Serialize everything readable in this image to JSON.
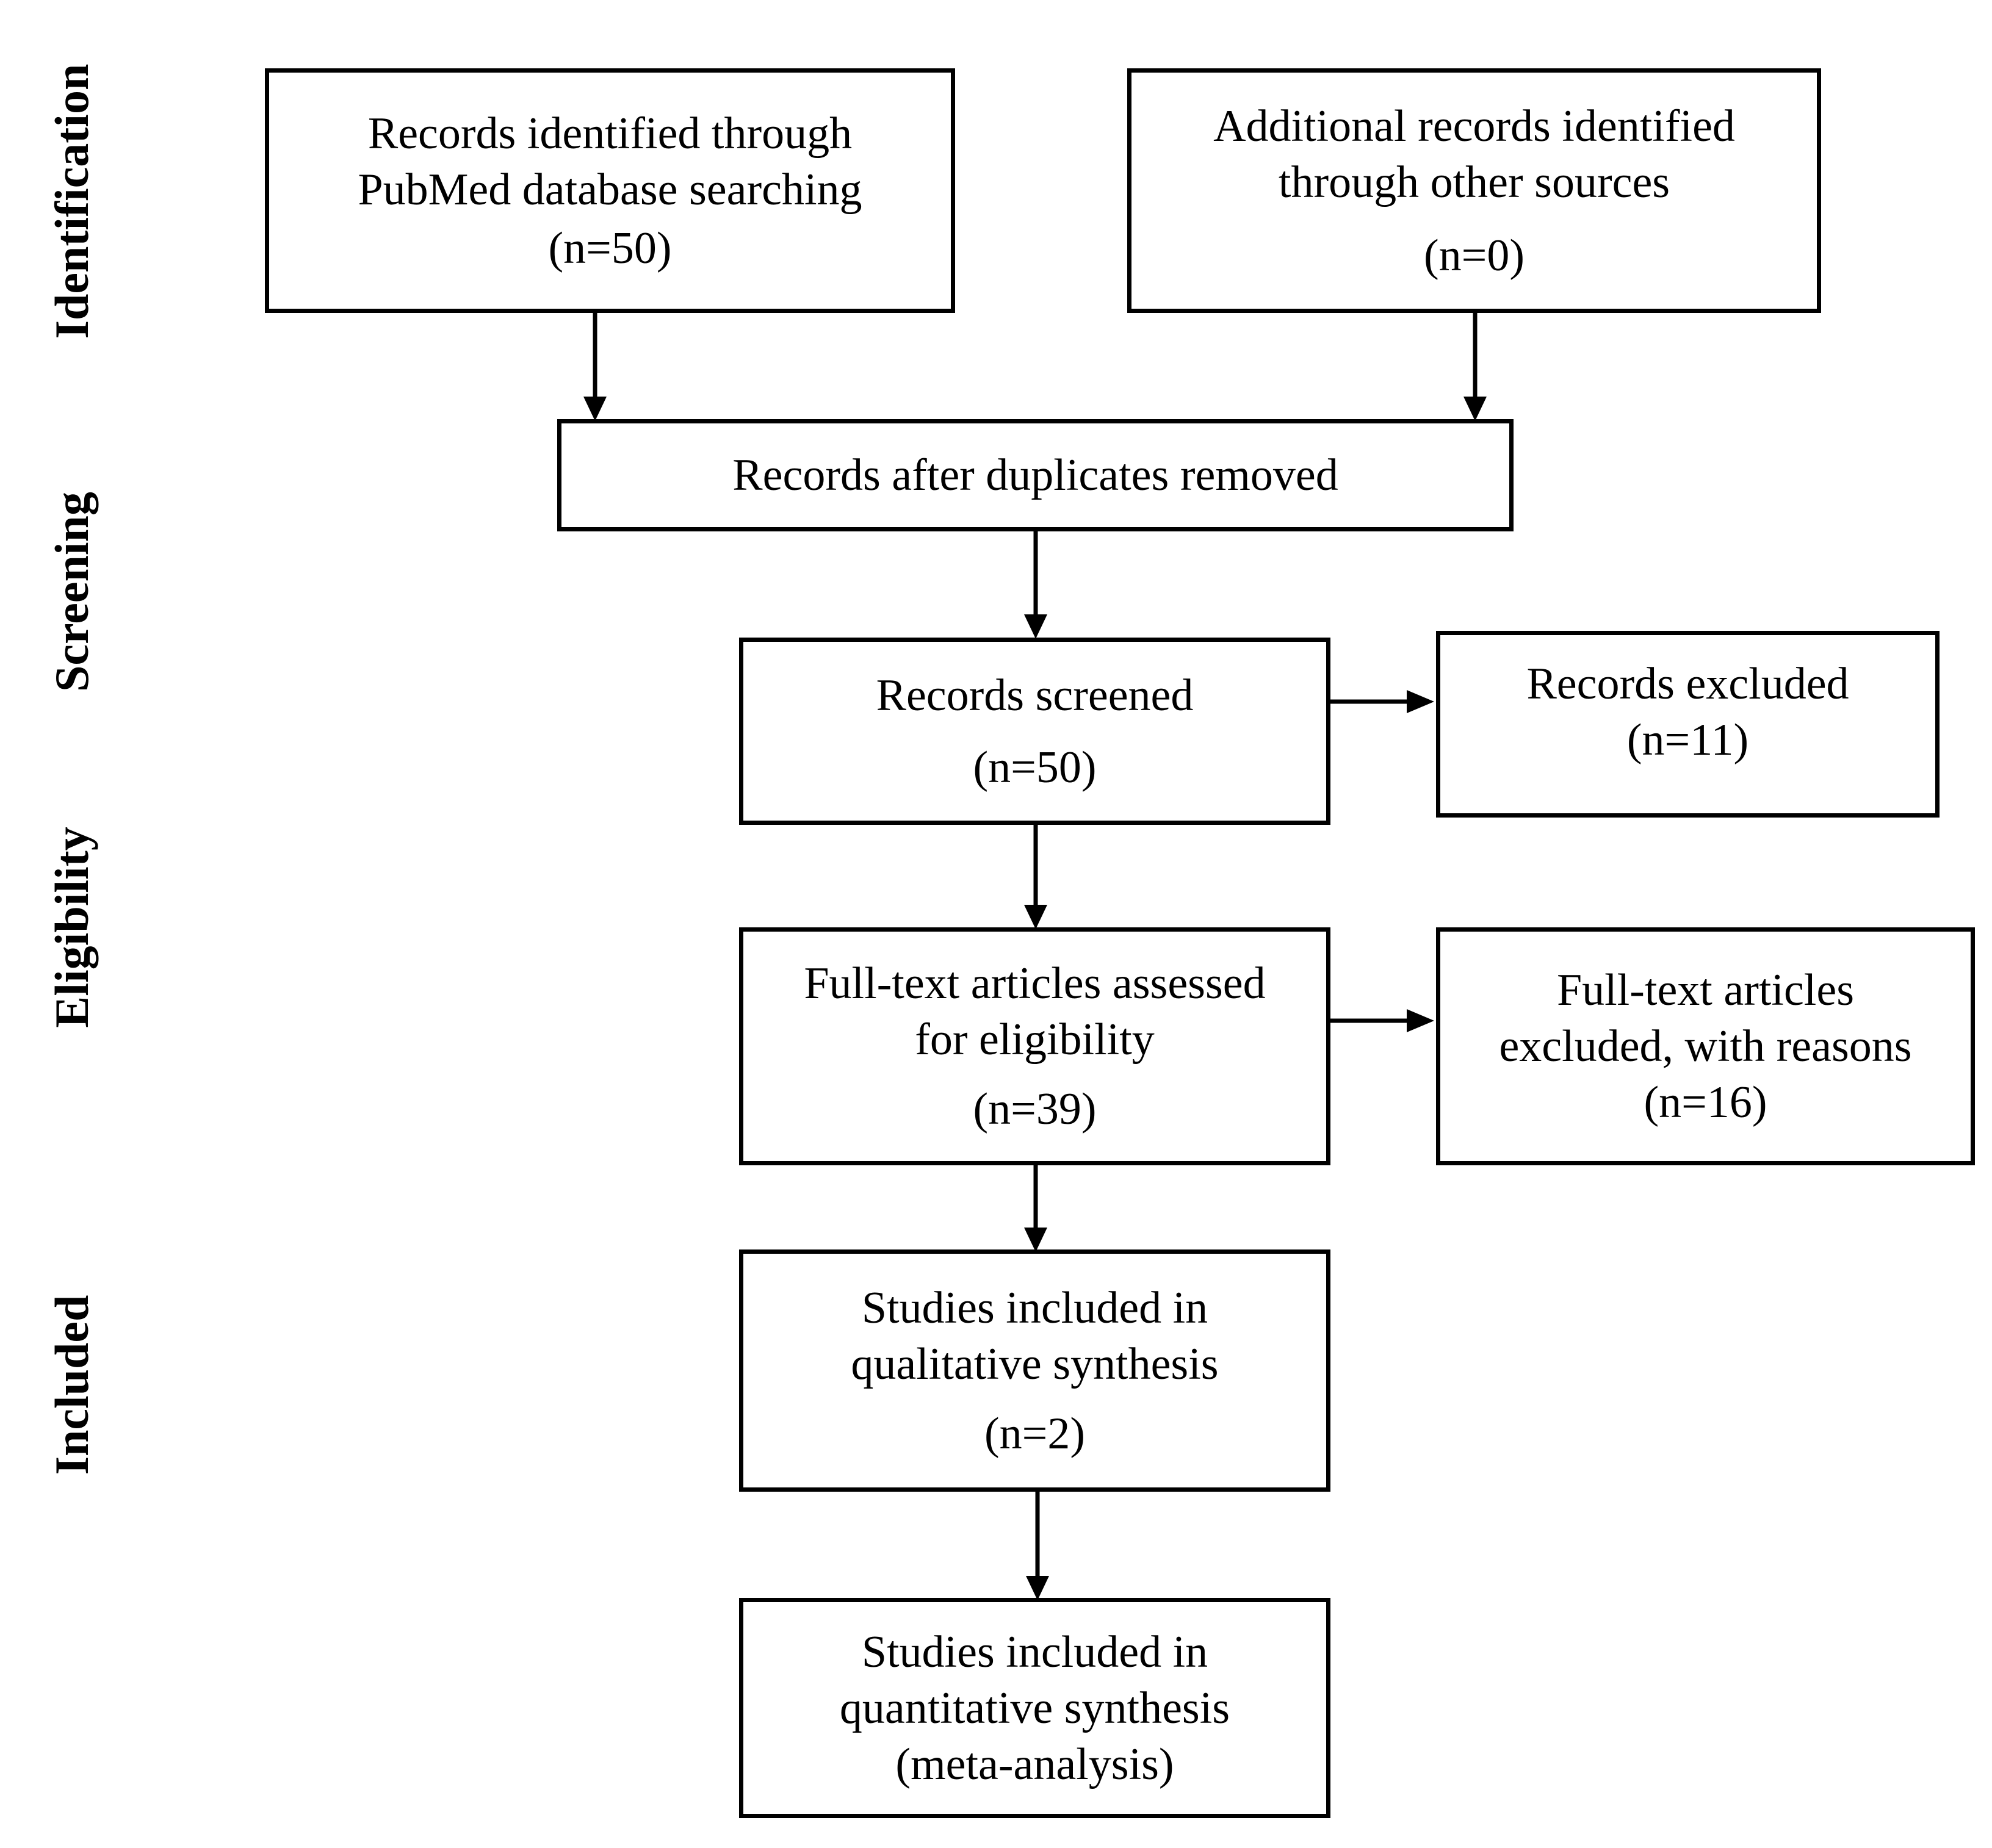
{
  "stages": {
    "identification": "Identification",
    "screening": "Screening",
    "eligibility": "Eligibility",
    "included": "Included"
  },
  "boxes": {
    "pubmed": {
      "line1": "Records identified through",
      "line2": "PubMed database searching",
      "count": "(n=50)"
    },
    "other_sources": {
      "line1": "Additional records identified",
      "line2": "through other sources",
      "count": "(n=0)"
    },
    "duplicates_removed": {
      "line1": "Records after duplicates removed"
    },
    "screened": {
      "line1": "Records screened",
      "count": "(n=50)"
    },
    "excluded": {
      "line1": "Records excluded",
      "count": "(n=11)"
    },
    "fulltext_assessed": {
      "line1": "Full-text articles assessed",
      "line2": "for eligibility",
      "count": "(n=39)"
    },
    "fulltext_excluded": {
      "line1": "Full-text articles",
      "line2": "excluded, with reasons",
      "count": "(n=16)"
    },
    "qualitative": {
      "line1": "Studies included in",
      "line2": "qualitative synthesis",
      "count": "(n=2)"
    },
    "quantitative": {
      "line1": "Studies included in",
      "line2": "quantitative synthesis",
      "line3": "(meta-analysis)"
    }
  }
}
